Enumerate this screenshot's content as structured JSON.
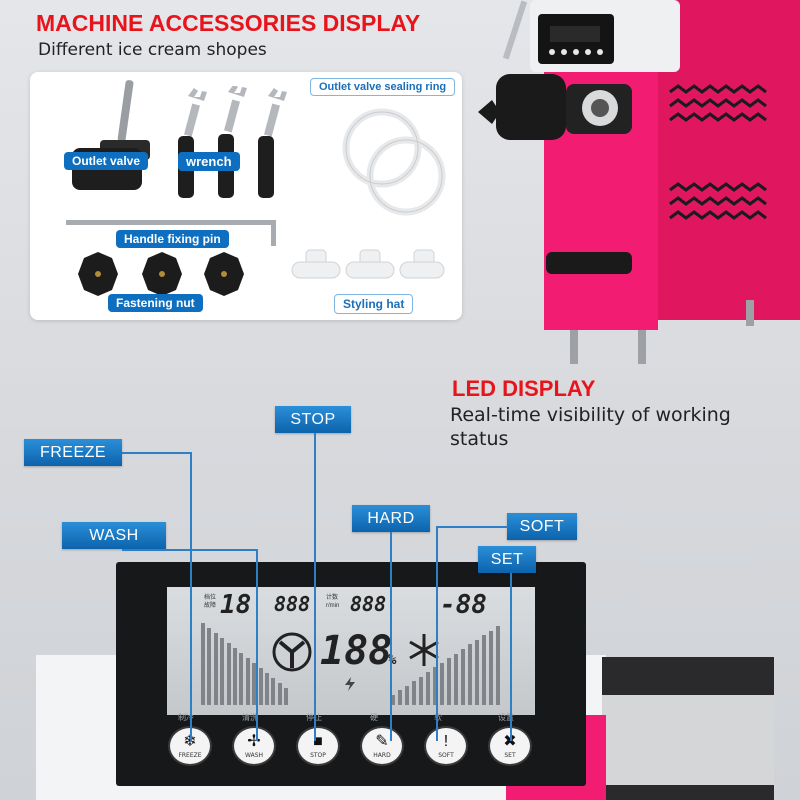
{
  "accessories": {
    "title": "MACHINE ACCESSORIES DISPLAY",
    "subtitle": "Different ice cream shopes",
    "labels": {
      "outlet_valve": "Outlet valve",
      "wrench": "wrench",
      "sealing_ring": "Outlet valve sealing ring",
      "handle_pin": "Handle fixing pin",
      "fastening_nut": "Fastening nut",
      "styling_hat": "Styling hat"
    }
  },
  "led": {
    "title": "LED DISPLAY",
    "subtitle_line1": "Real-time visibility of working",
    "subtitle_line2": "status"
  },
  "tags": {
    "freeze": "FREEZE",
    "wash": "WASH",
    "stop": "STOP",
    "hard": "HARD",
    "soft": "SOFT",
    "set": "SET"
  },
  "lcd": {
    "small_left": "档位\n故障",
    "digits_left": "18",
    "digits_mid": "888",
    "count_label": "计数\nr/min",
    "digits_mid2": "888",
    "digits_right": "-88",
    "big_digits": "188",
    "percent": "%"
  },
  "buttons": [
    {
      "cn": "制冷",
      "label": "FREEZE",
      "icon": "snowflake-icon",
      "glyph": "❄"
    },
    {
      "cn": "清洗",
      "label": "WASH",
      "icon": "fan-icon",
      "glyph": "✢"
    },
    {
      "cn": "停止",
      "label": "STOP",
      "icon": "stop-square-icon",
      "glyph": "■"
    },
    {
      "cn": "硬",
      "label": "HARD",
      "icon": "feather-icon",
      "glyph": "✎"
    },
    {
      "cn": "软",
      "label": "SOFT",
      "icon": "exclamation-icon",
      "glyph": "!"
    },
    {
      "cn": "设置",
      "label": "SET",
      "icon": "tools-icon",
      "glyph": "✖"
    }
  ],
  "colors": {
    "accent_red": "#e8141c",
    "tag_blue": "#1a74c2",
    "machine_pink": "#f0186e"
  }
}
